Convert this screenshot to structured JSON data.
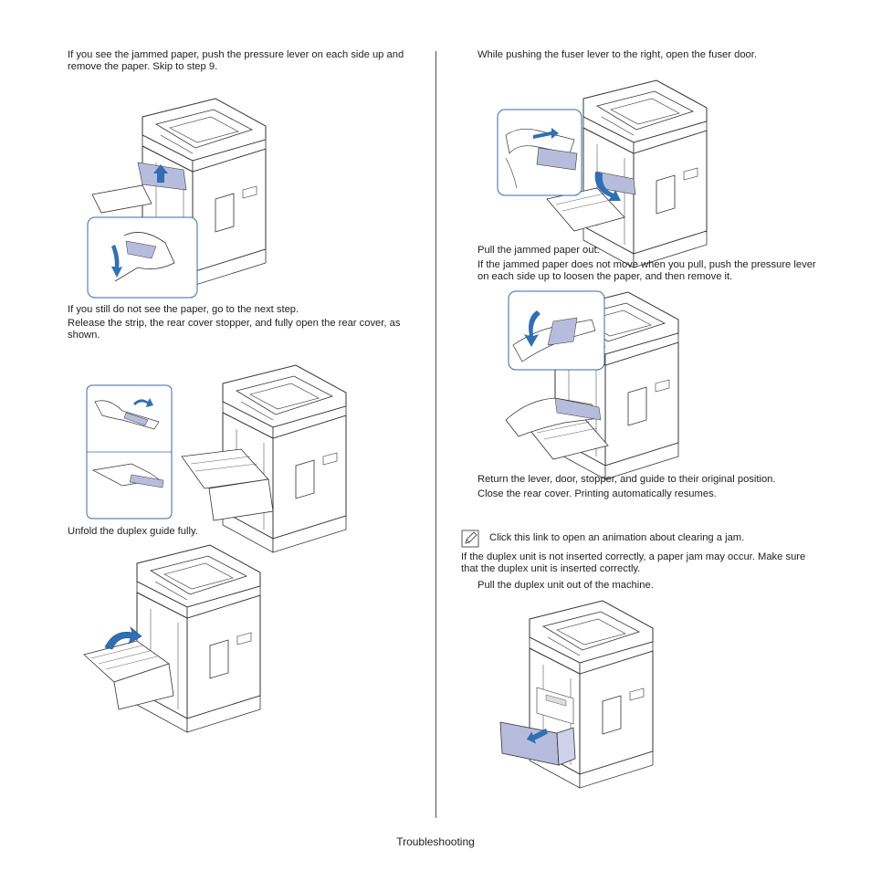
{
  "left": {
    "step_push_lever": "If you see the jammed paper, push the pressure lever on each side up and remove the paper. Skip to step 9.",
    "step_no_paper": "If you still do not see the paper, go to the next step.",
    "step_release_strip": "Release the strip, the rear cover stopper, and fully open the rear cover, as shown.",
    "step_unfold_duplex": "Unfold the duplex guide fully."
  },
  "right": {
    "step_fuser_lever": "While pushing the fuser lever to the right, open the fuser door.",
    "step_pull_paper": "Pull the jammed paper out.",
    "step_paper_not_move": "If the jammed paper does not move when you pull, push the pressure lever on each side up to loosen the paper, and then remove it.",
    "step_return_lever": "Return the lever, door, stopper, and guide to their original position.",
    "step_close_cover": "Close the rear cover. Printing automatically resumes.",
    "note_link": "Click this link to open an animation about clearing a jam.",
    "duplex_warning": "If the duplex unit is not inserted correctly, a paper jam may occur. Make sure that the duplex unit is inserted correctly.",
    "step_pull_duplex": "Pull the duplex unit out of the machine."
  },
  "footer": {
    "section": "Troubleshooting"
  },
  "colors": {
    "line": "#333333",
    "highlight": "#b8bcdc",
    "arrow": "#2f6fb6",
    "callout_border": "#3a6aa8"
  },
  "icons": {
    "note": "note-pencil-icon"
  }
}
